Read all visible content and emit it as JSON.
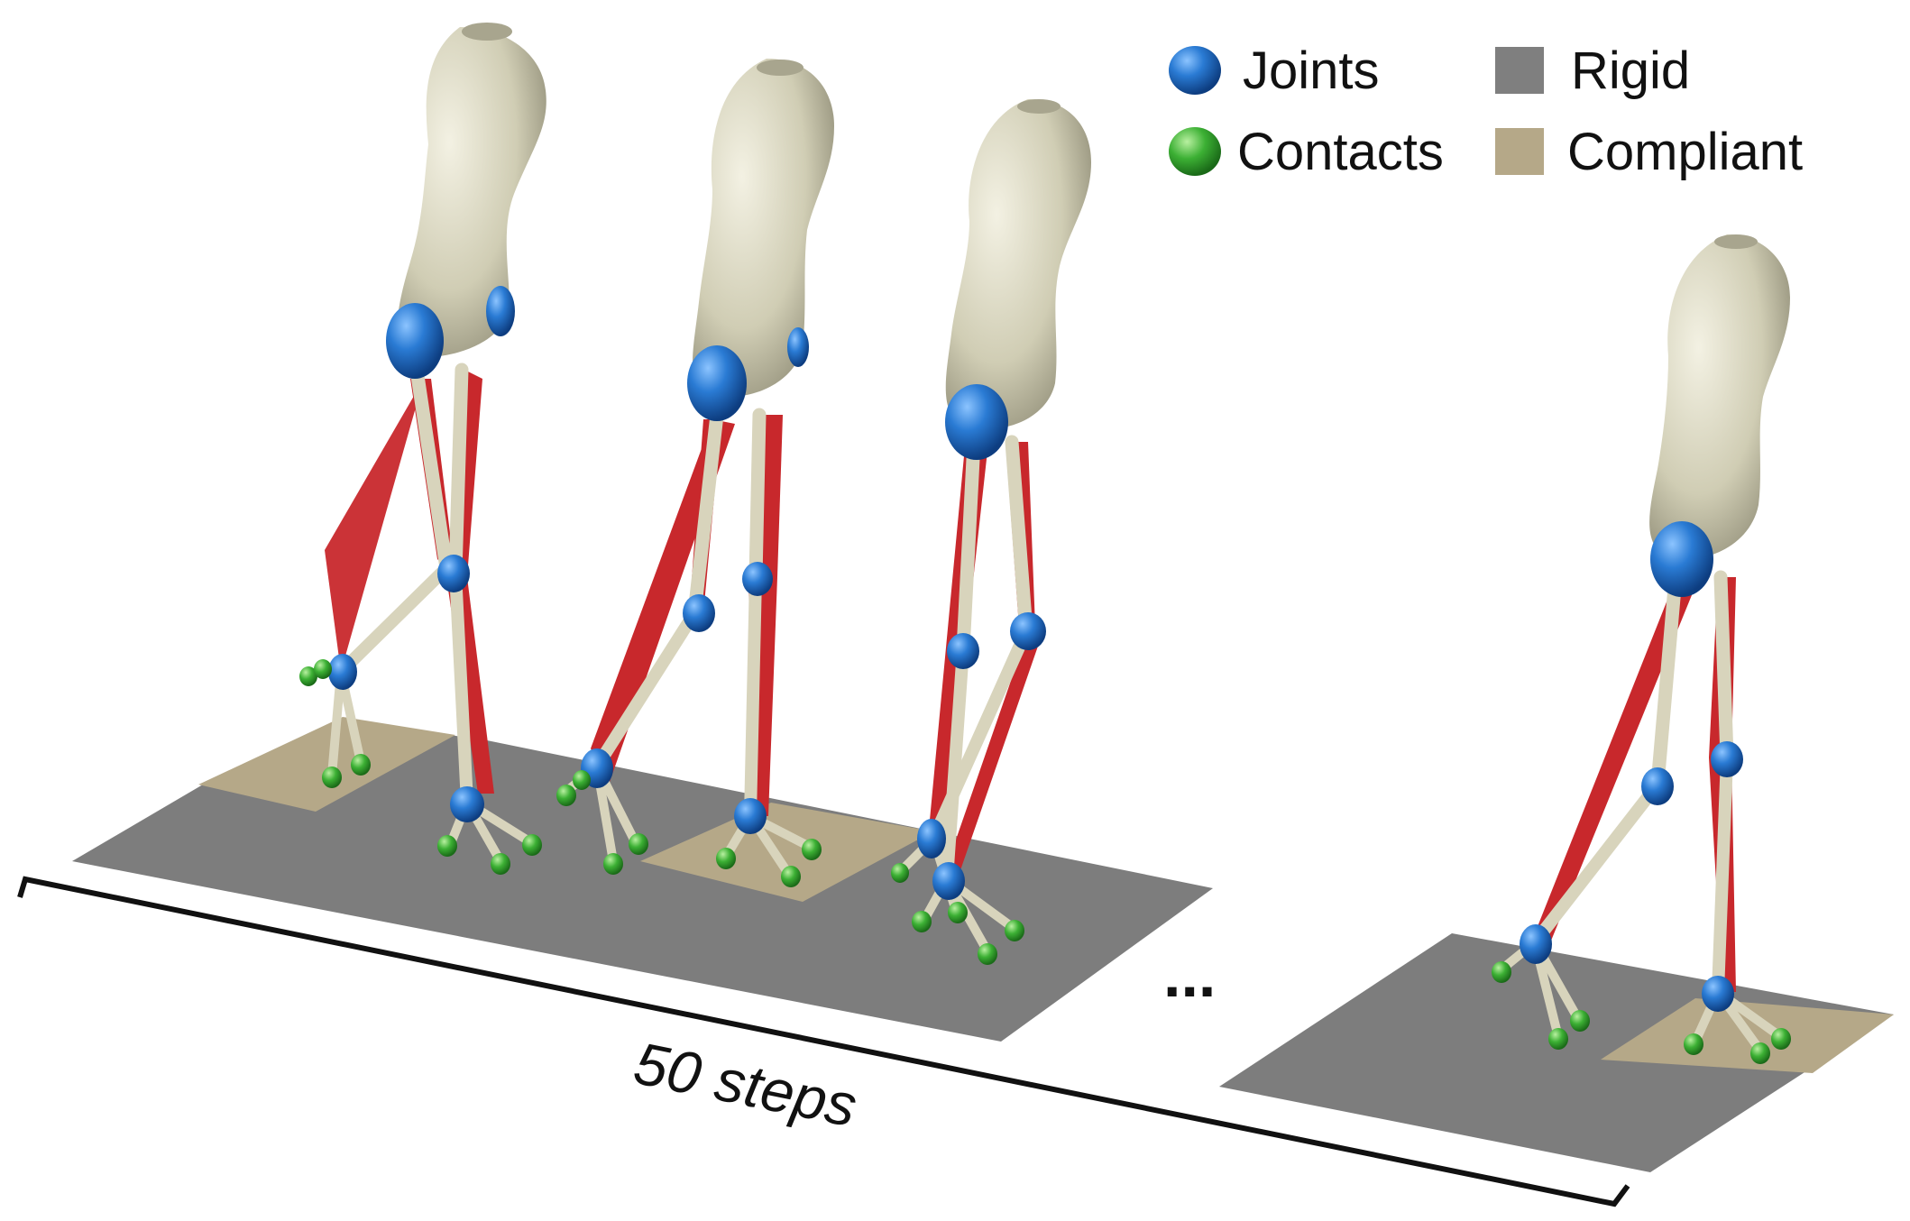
{
  "legend": {
    "joints": {
      "label": "Joints",
      "color": "#2a7bd4"
    },
    "contacts": {
      "label": "Contacts",
      "color": "#3cb034"
    },
    "rigid": {
      "label": "Rigid",
      "color": "#7f7f7f"
    },
    "compliant": {
      "label": "Compliant",
      "color": "#b5a888"
    }
  },
  "caption": "50 steps",
  "ellipsis": "...",
  "colors": {
    "body": "#d2d0b8",
    "bone": "#d8d4bc",
    "muscle": "#c8282c"
  }
}
